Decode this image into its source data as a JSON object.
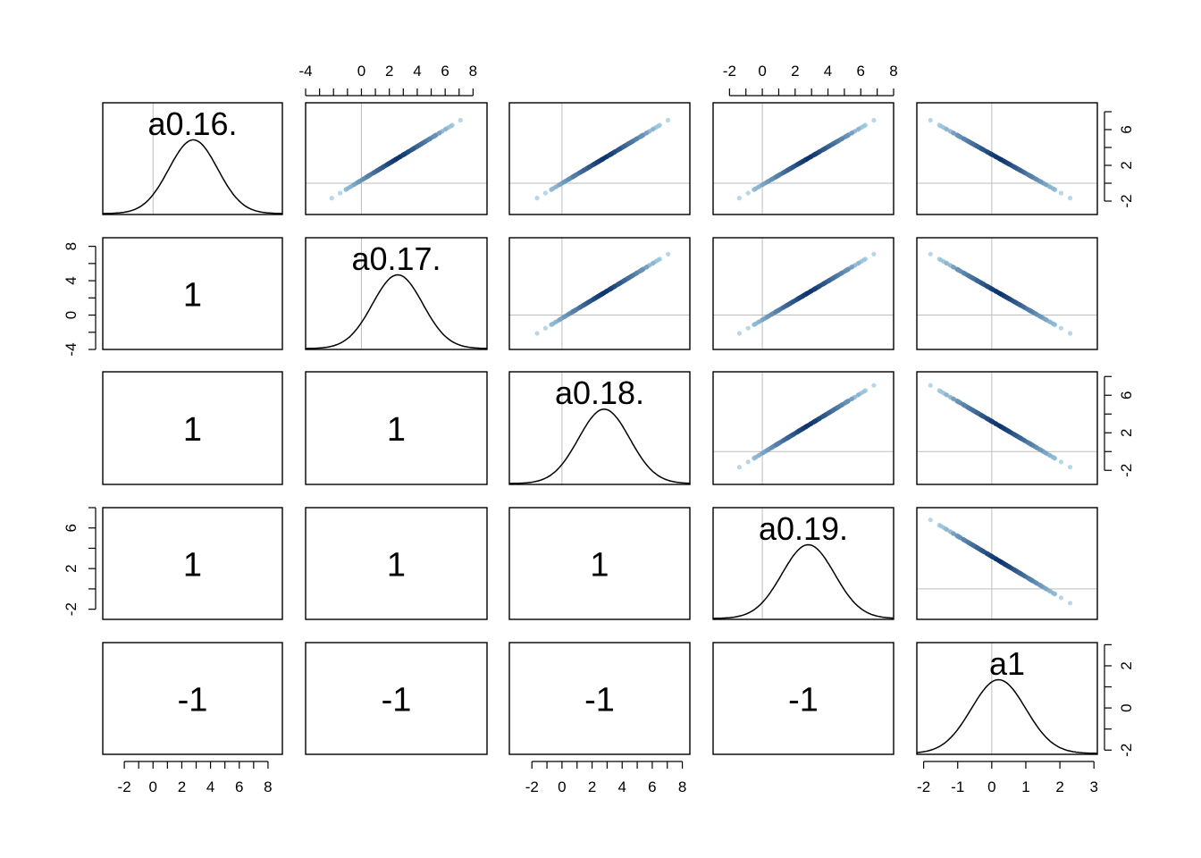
{
  "colors": {
    "point_light": "#9ecae1",
    "point_dark": "#08306b",
    "grid": "#bdbdbd"
  },
  "chart_data": {
    "type": "scatter",
    "subtype": "pairs-matrix",
    "title": "",
    "variables": [
      "a0.16.",
      "a0.17.",
      "a0.18.",
      "a0.19.",
      "a1"
    ],
    "means": [
      2.8,
      2.6,
      2.8,
      2.8,
      0.2
    ],
    "sds": [
      1.7,
      1.8,
      1.7,
      1.6,
      0.8
    ],
    "axis_ranges": [
      [
        -3.5,
        9
      ],
      [
        -4,
        9
      ],
      [
        -3.5,
        8.5
      ],
      [
        -3,
        8
      ],
      [
        -2.2,
        3.1
      ]
    ],
    "lower_panel_labels": [
      [
        "1",
        "",
        "",
        "",
        ""
      ],
      [
        "1",
        "1",
        "",
        "",
        ""
      ],
      [
        "1",
        "1",
        "1",
        "",
        ""
      ],
      [
        "-1",
        "-1",
        "-1",
        "-1",
        ""
      ]
    ],
    "lower_panels": [
      {
        "row": 1,
        "col": 0,
        "label": "1"
      },
      {
        "row": 2,
        "col": 0,
        "label": "1"
      },
      {
        "row": 2,
        "col": 1,
        "label": "1"
      },
      {
        "row": 3,
        "col": 0,
        "label": "1"
      },
      {
        "row": 3,
        "col": 1,
        "label": "1"
      },
      {
        "row": 3,
        "col": 2,
        "label": "1"
      },
      {
        "row": 4,
        "col": 0,
        "label": "-1"
      },
      {
        "row": 4,
        "col": 1,
        "label": "-1"
      },
      {
        "row": 4,
        "col": 2,
        "label": "-1"
      },
      {
        "row": 4,
        "col": 3,
        "label": "-1"
      }
    ],
    "ticks": {
      "bottom_col0": [
        "-2",
        "0",
        "2",
        "4",
        "6",
        "8"
      ],
      "bottom_col2": [
        "-2",
        "0",
        "2",
        "4",
        "6",
        "8"
      ],
      "bottom_col4": [
        "-2",
        "-1",
        "0",
        "1",
        "2",
        "3"
      ],
      "top_col1": [
        "-4",
        "0",
        "2",
        "4",
        "6",
        "8"
      ],
      "top_col3": [
        "-2",
        "0",
        "2",
        "4",
        "6",
        "8"
      ],
      "left_row1": [
        "-4",
        "0",
        "4",
        "8"
      ],
      "left_row3": [
        "-2",
        "2",
        "6"
      ],
      "right_row0": [
        "-2",
        "2",
        "6"
      ],
      "right_row2": [
        "-2",
        "2",
        "6"
      ],
      "right_row4": [
        "-2",
        "0",
        "2"
      ]
    },
    "grid": true,
    "legend": "none"
  }
}
